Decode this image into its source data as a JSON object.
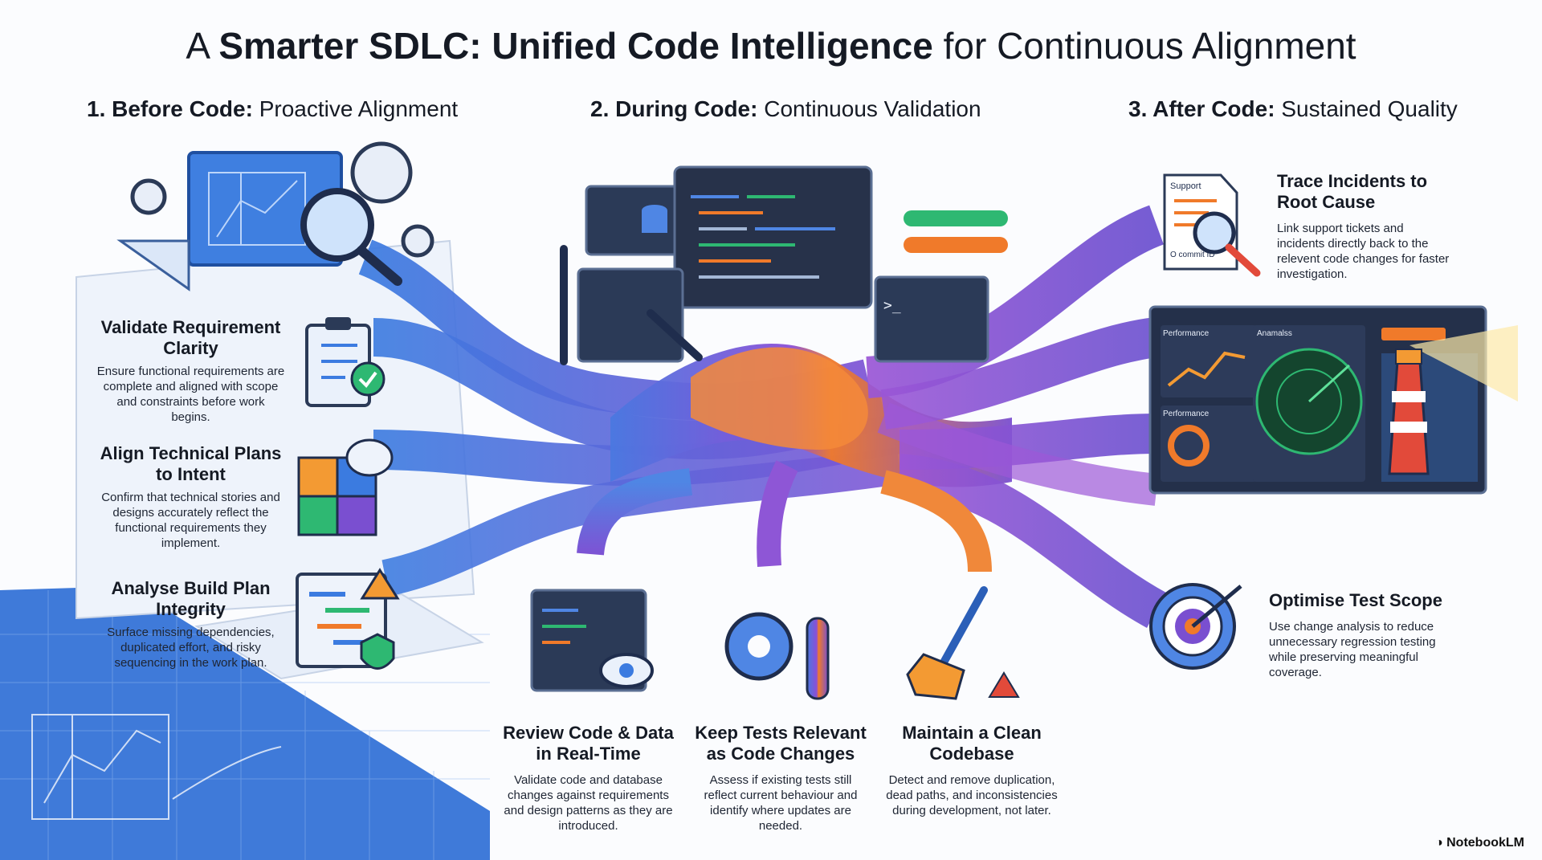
{
  "title": {
    "pre": "A ",
    "bold": "Smarter SDLC: Unified Code Intelligence",
    "post": " for Continuous Alignment"
  },
  "stages": [
    {
      "num": "1. Before Code:",
      "name": "Proactive Alignment"
    },
    {
      "num": "2. During Code:",
      "name": "Continuous Validation"
    },
    {
      "num": "3. After Code:",
      "name": "Sustained Quality"
    }
  ],
  "before": [
    {
      "title": "Validate Requirement Clarity",
      "desc": "Ensure functional requirements are complete and aligned with scope and constraints before work begins."
    },
    {
      "title": "Align Technical Plans to Intent",
      "desc": "Confirm that technical stories and designs accurately reflect the functional requirements they implement."
    },
    {
      "title": "Analyse Build Plan Integrity",
      "desc": "Surface missing dependencies, duplicated effort, and risky sequencing in the work plan."
    }
  ],
  "during": [
    {
      "title": "Review Code & Data in Real-Time",
      "desc": "Validate code and database changes against requirements and design patterns as they are introduced."
    },
    {
      "title": "Keep Tests Relevant as Code Changes",
      "desc": "Assess if existing tests still reflect current behaviour and identify where updates are needed."
    },
    {
      "title": "Maintain a Clean Codebase",
      "desc": "Detect and remove duplication, dead paths, and inconsistencies during development, not later."
    }
  ],
  "after": [
    {
      "title": "Trace Incidents to Root Cause",
      "desc": "Link support tickets and incidents directly back to the relevent code changes for faster investigation."
    },
    {
      "title": "Optimise Test Scope",
      "desc": "Use change analysis to reduce unnecessary regression testing while preserving meaningful coverage."
    }
  ],
  "art": {
    "ticket_label": "Support",
    "ticket_commit": "O commit ID",
    "dash_panel1": "Performance",
    "dash_panel2": "Anamalss",
    "dash_panel3": "Performance",
    "terminal_prompt": ">_"
  },
  "footer": "NotebookLM",
  "colors": {
    "blue": "#2f6fd6",
    "purple": "#7a4fd0",
    "orange": "#f07a2a",
    "navy": "#1f2d4d"
  },
  "icons": [
    "blueprint-icon",
    "magnifier-icon",
    "gear-icon",
    "clipboard-check-icon",
    "puzzle-code-icon",
    "gantt-warning-icon",
    "database-monitor-icon",
    "wrench-icon",
    "terminal-icon",
    "code-eye-icon",
    "gear-test-tube-icon",
    "broom-icon",
    "support-ticket-icon",
    "dashboard-icon",
    "lighthouse-icon",
    "target-icon"
  ]
}
